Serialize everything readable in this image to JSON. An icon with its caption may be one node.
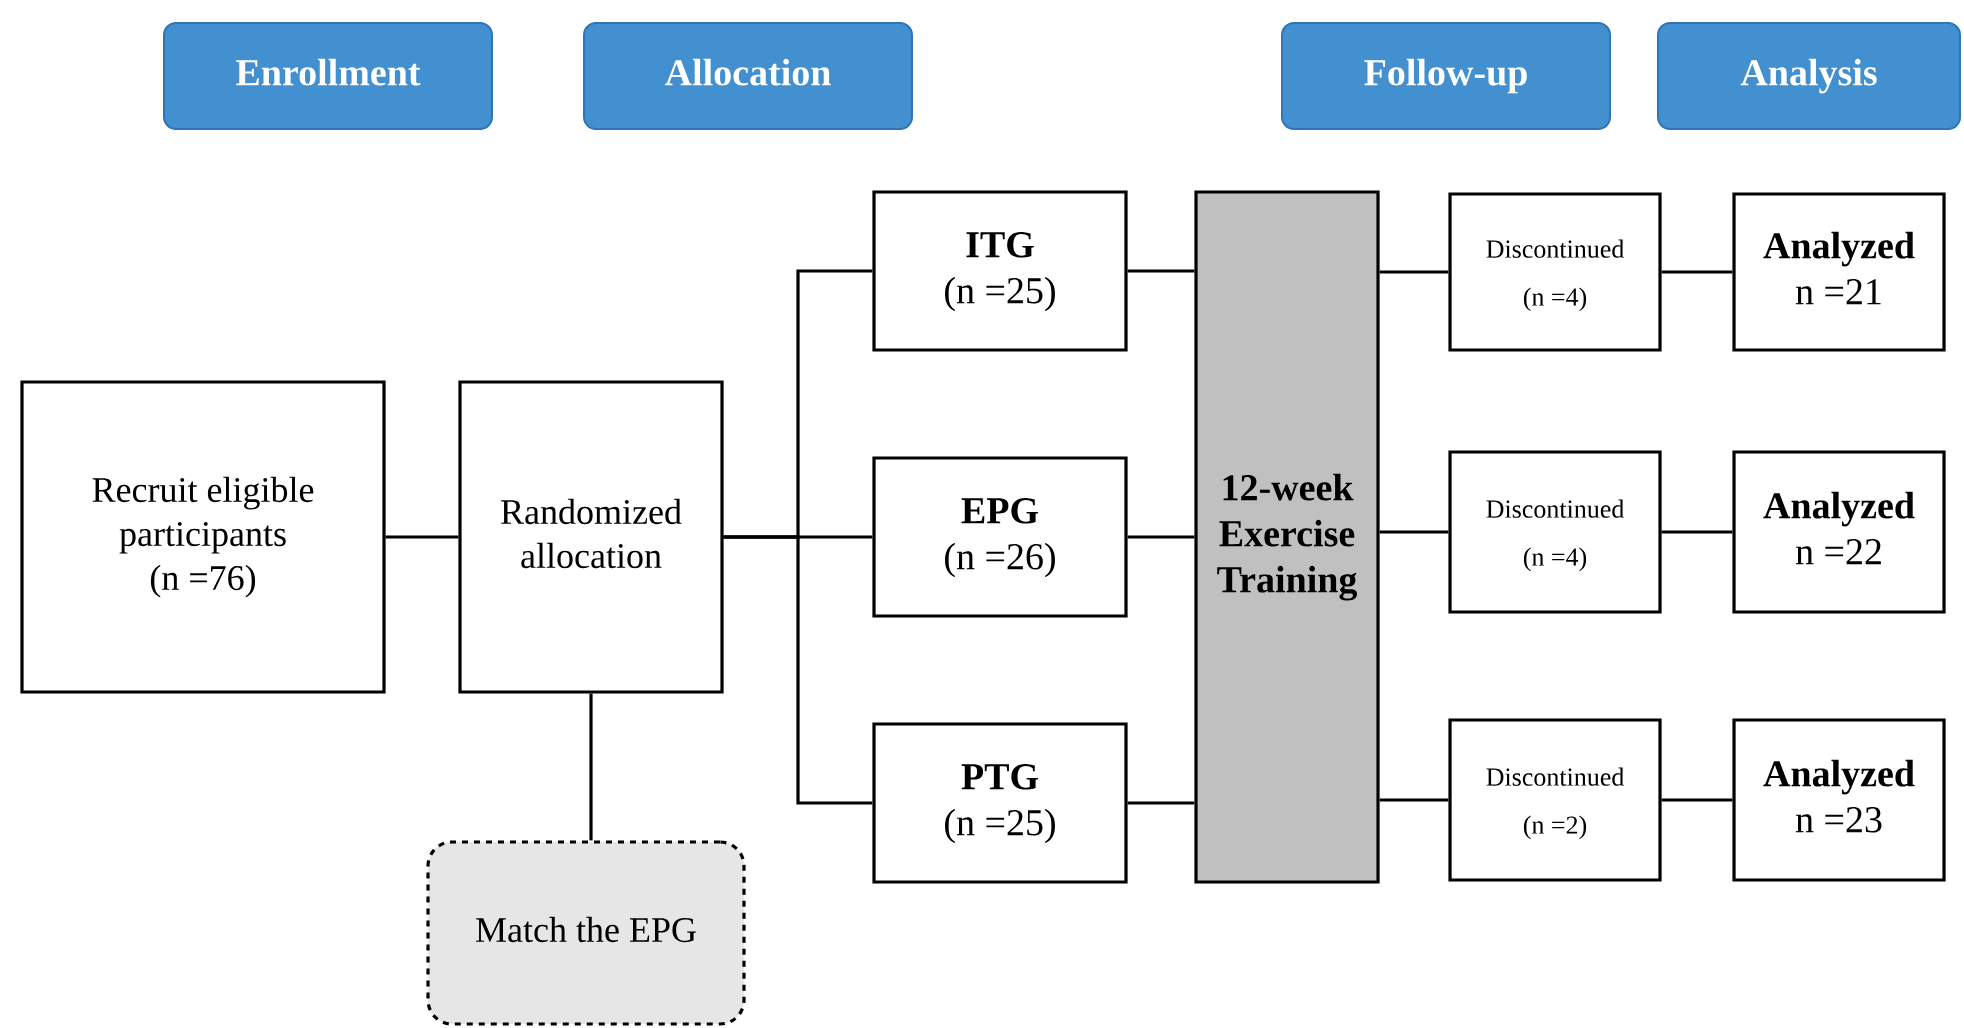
{
  "diagram": {
    "nodes": [
      {
        "text": [
          "Enrollment"
        ]
      },
      {
        "text": [
          "Allocation"
        ]
      },
      {
        "text": [
          "Follow-up"
        ]
      },
      {
        "text": [
          "Analysis"
        ]
      },
      {
        "text": [
          "Recruit eligible participants",
          "(n =76)"
        ]
      },
      {
        "text": [
          "Randomized allocation"
        ]
      },
      {
        "text": [
          "ITG",
          "(n =25)"
        ]
      },
      {
        "text": [
          "EPG",
          "(n =26)"
        ]
      },
      {
        "text": [
          "PTG",
          "(n =25)"
        ]
      },
      {
        "text": [
          "12-week Exercise Training"
        ]
      },
      {
        "text": [
          "Discontinued",
          "(n =4)"
        ]
      },
      {
        "text": [
          "Analyzed",
          "n =21"
        ]
      },
      {
        "text": [
          "Discontinued",
          "(n =4)"
        ]
      },
      {
        "text": [
          "Analyzed",
          "n =22"
        ]
      },
      {
        "text": [
          "Discontinued",
          "(n =2)"
        ]
      },
      {
        "text": [
          "Analyzed",
          "n =23"
        ]
      },
      {
        "text": [
          "Match the EPG"
        ]
      }
    ],
    "edges": [
      {
        "from": 4,
        "to": 5,
        "arrow": "none"
      },
      {
        "from": 5,
        "to": 6,
        "arrow": "none"
      },
      {
        "from": 5,
        "to": 7,
        "arrow": "none"
      },
      {
        "from": 5,
        "to": 8,
        "arrow": "none"
      },
      {
        "from": 5,
        "to": 16,
        "arrow": "none"
      },
      {
        "from": 6,
        "to": 9,
        "arrow": "none"
      },
      {
        "from": 7,
        "to": 9,
        "arrow": "none"
      },
      {
        "from": 8,
        "to": 9,
        "arrow": "none"
      },
      {
        "from": 9,
        "to": 10,
        "arrow": "none"
      },
      {
        "from": 9,
        "to": 12,
        "arrow": "none"
      },
      {
        "from": 9,
        "to": 14,
        "arrow": "none"
      },
      {
        "from": 10,
        "to": 11,
        "arrow": "none"
      },
      {
        "from": 12,
        "to": 13,
        "arrow": "none"
      },
      {
        "from": 14,
        "to": 15,
        "arrow": "none"
      }
    ]
  }
}
